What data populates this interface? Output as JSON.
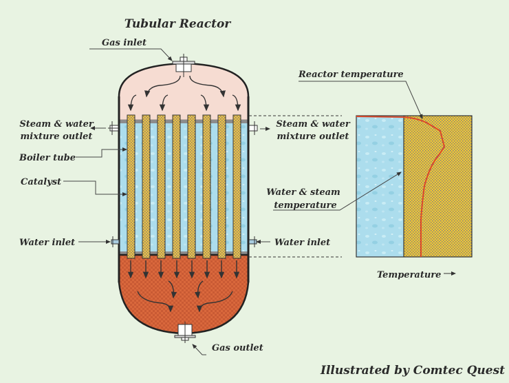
{
  "title": "Tubular Reactor",
  "credit": "Illustrated by Comtec Quest",
  "reactor": {
    "tube_count": 8,
    "labels": {
      "gas_inlet": "Gas inlet",
      "gas_outlet": "Gas outlet",
      "steam_outlet_left_1": "Steam & water",
      "steam_outlet_left_2": "mixture outlet",
      "steam_outlet_right_1": "Steam & water",
      "steam_outlet_right_2": "mixture outlet",
      "boiler_tube": "Boiler tube",
      "catalyst": "Catalyst",
      "water_inlet_left": "Water inlet",
      "water_inlet_right": "Water inlet"
    }
  },
  "profile": {
    "reactor_temperature_label": "Reactor temperature",
    "water_steam_label_1": "Water & steam",
    "water_steam_label_2": "temperature",
    "x_axis_label": "Temperature",
    "colors": {
      "water": "#a9dcec",
      "catalyst": "#e8c23a",
      "curve": "#d9482a"
    }
  },
  "colors": {
    "background": "#e8f3e2",
    "top_dome": "#f6dcd2",
    "bottom_dome": "#d9683c",
    "shell_water": "#a9dcec",
    "tube": "#e7bf62"
  }
}
